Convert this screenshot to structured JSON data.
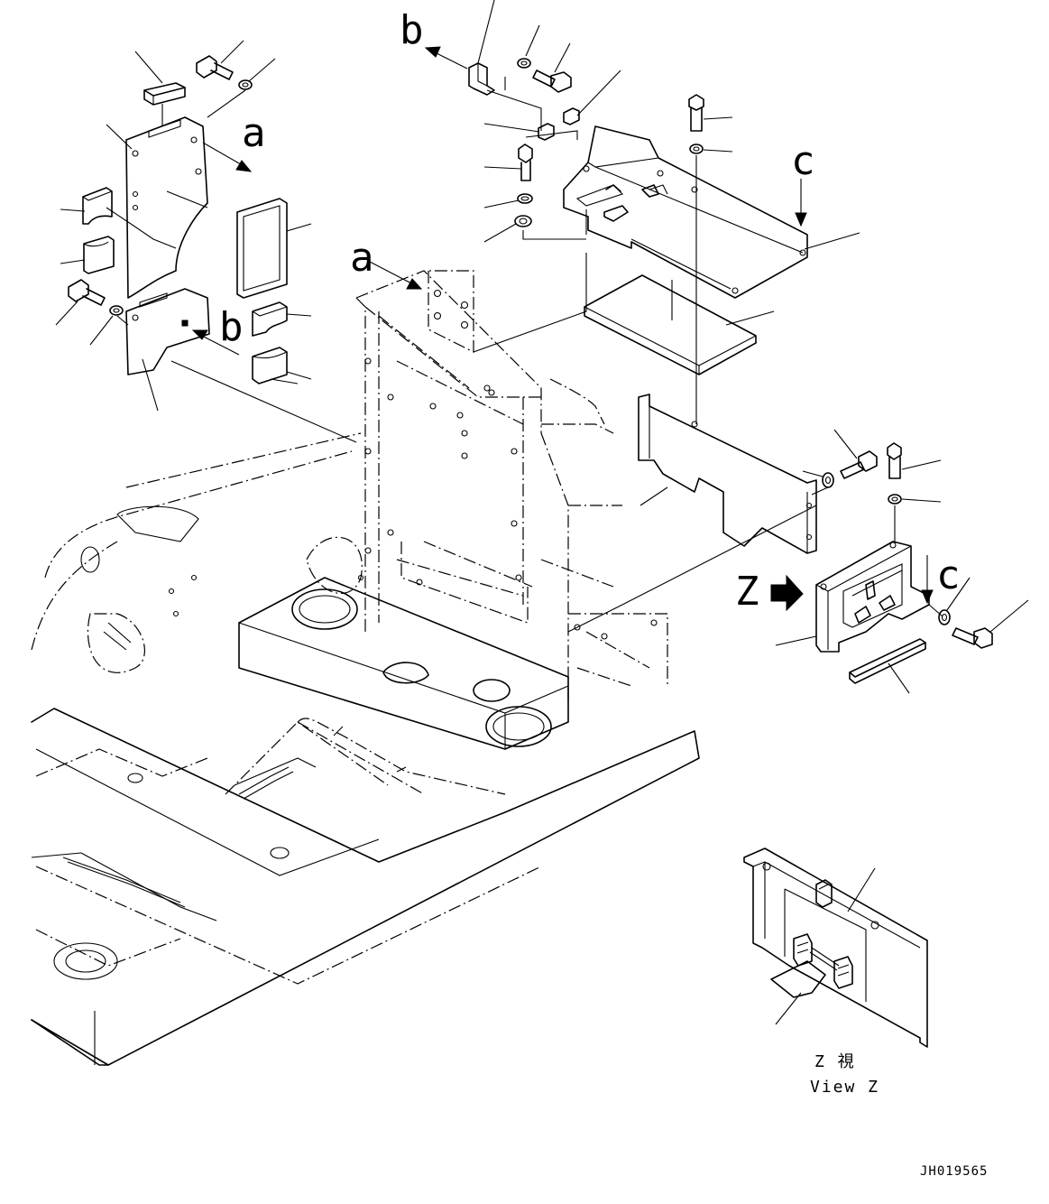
{
  "diagram": {
    "labels": {
      "a_top": "a",
      "a_mid": "a",
      "b_top": "b",
      "b_mid": "b",
      "c_top": "c",
      "c_right": "c",
      "z_marker": "Z"
    },
    "view_caption_jp": "Z 視",
    "view_caption_en": "View Z",
    "drawing_code": "JH019565"
  }
}
